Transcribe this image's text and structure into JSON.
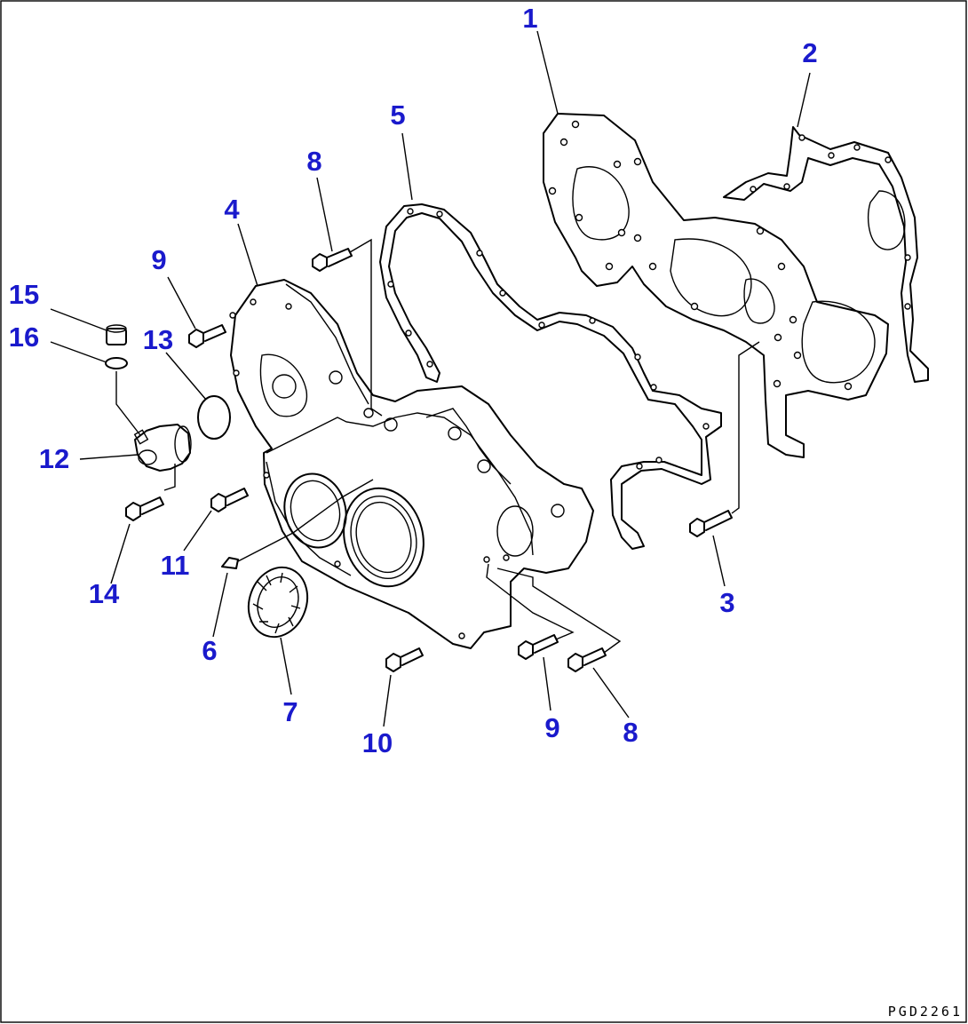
{
  "callouts": [
    {
      "id": "1",
      "label": "1"
    },
    {
      "id": "2",
      "label": "2"
    },
    {
      "id": "3",
      "label": "3"
    },
    {
      "id": "4",
      "label": "4"
    },
    {
      "id": "5",
      "label": "5"
    },
    {
      "id": "6",
      "label": "6"
    },
    {
      "id": "7",
      "label": "7"
    },
    {
      "id": "8a",
      "label": "8"
    },
    {
      "id": "8b",
      "label": "8"
    },
    {
      "id": "9a",
      "label": "9"
    },
    {
      "id": "9b",
      "label": "9"
    },
    {
      "id": "10",
      "label": "10"
    },
    {
      "id": "11",
      "label": "11"
    },
    {
      "id": "12",
      "label": "12"
    },
    {
      "id": "13",
      "label": "13"
    },
    {
      "id": "14",
      "label": "14"
    },
    {
      "id": "15",
      "label": "15"
    },
    {
      "id": "16",
      "label": "16"
    }
  ],
  "drawing_code": "PGD2261",
  "colors": {
    "callout": "#1a1acc",
    "line": "#000000",
    "background": "#ffffff"
  }
}
